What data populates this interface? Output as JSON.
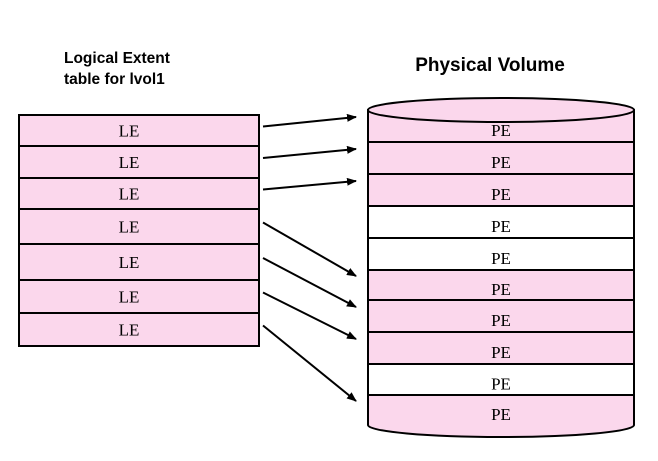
{
  "le_table": {
    "title_line1": "Logical Extent",
    "title_line2": "table for lvol1",
    "rows": [
      "LE",
      "LE",
      "LE",
      "LE",
      "LE",
      "LE",
      "LE"
    ],
    "fill_color": "#fbd7ec"
  },
  "physical_volume": {
    "title": "Physical Volume",
    "extents": [
      {
        "label": "PE",
        "allocated": true
      },
      {
        "label": "PE",
        "allocated": true
      },
      {
        "label": "PE",
        "allocated": true
      },
      {
        "label": "PE",
        "allocated": false
      },
      {
        "label": "PE",
        "allocated": false
      },
      {
        "label": "PE",
        "allocated": true
      },
      {
        "label": "PE",
        "allocated": true
      },
      {
        "label": "PE",
        "allocated": true
      },
      {
        "label": "PE",
        "allocated": false
      },
      {
        "label": "PE",
        "allocated": true
      }
    ],
    "allocated_color": "#fbd7ec",
    "free_color": "#ffffff"
  },
  "mappings": [
    {
      "le": 0,
      "pe": 0
    },
    {
      "le": 1,
      "pe": 1
    },
    {
      "le": 2,
      "pe": 2
    },
    {
      "le": 3,
      "pe": 5
    },
    {
      "le": 4,
      "pe": 6
    },
    {
      "le": 5,
      "pe": 7
    },
    {
      "le": 6,
      "pe": 9
    }
  ]
}
